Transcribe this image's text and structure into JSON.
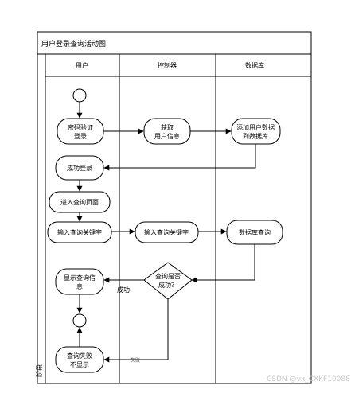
{
  "diagram": {
    "title": "用户登录查询活动图",
    "phase_label": "阶段",
    "lanes": [
      "用户",
      "控制器",
      "数据库"
    ],
    "nodes": {
      "login": [
        "密码验证",
        "登录"
      ],
      "get_info": [
        "获取",
        "用户信息"
      ],
      "add_user": [
        "添加用户数据",
        "到数据库"
      ],
      "login_ok": [
        "成功登录"
      ],
      "enter_page": [
        "进入查询页面"
      ],
      "input_kw_user": [
        "输入查询关键字"
      ],
      "input_kw_ctrl": [
        "输入查询关键字"
      ],
      "db_query": [
        "数据库查询"
      ],
      "decision": [
        "查询是否",
        "成功？"
      ],
      "show_info": [
        "显示查询信",
        "息"
      ],
      "fail": [
        "查询失败",
        "不显示"
      ]
    },
    "edge_labels": {
      "success": "成功",
      "failure": "失败"
    }
  },
  "watermark": "CSDN @vx_CXKF10088"
}
